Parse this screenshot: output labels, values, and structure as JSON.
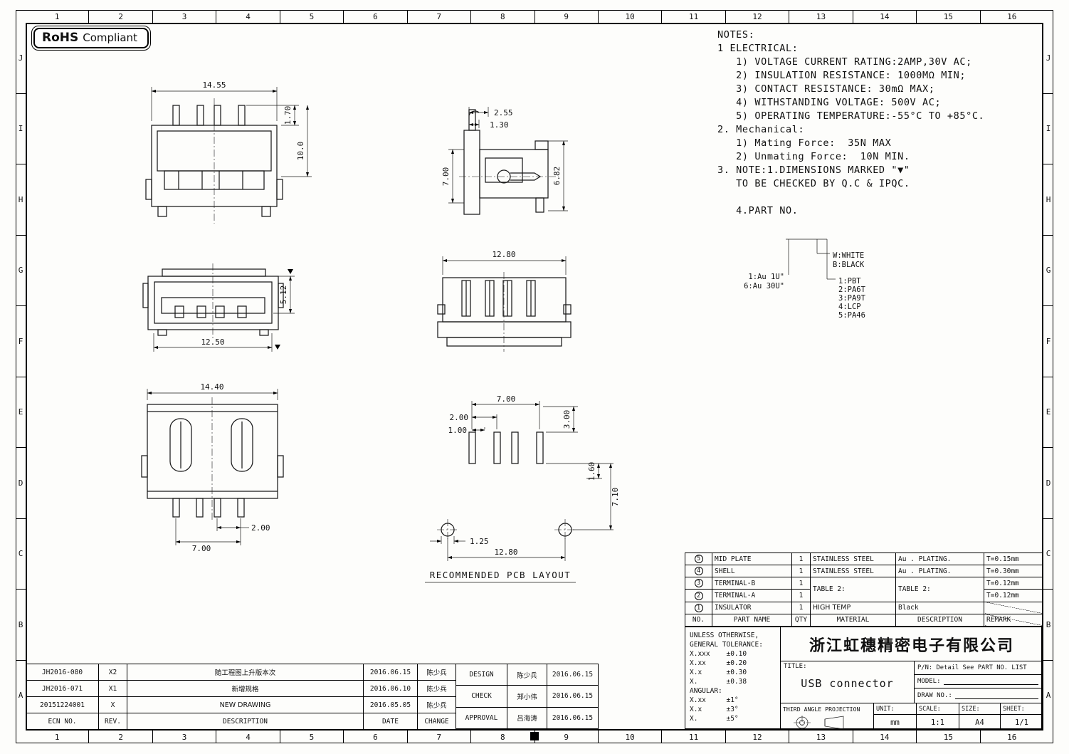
{
  "rohs": {
    "brand": "RoHS",
    "label": "Compliant"
  },
  "notes": {
    "lines": [
      "NOTES:",
      "1 ELECTRICAL:",
      "   1) VOLTAGE CURRENT RATING:2AMP,30V AC;",
      "   2) INSULATION RESISTANCE: 1000MΩ MIN;",
      "   3) CONTACT RESISTANCE: 30mΩ MAX;",
      "   4) WITHSTANDING VOLTAGE: 500V AC;",
      "   5) OPERATING TEMPERATURE:-55°C TO +85°C.",
      "2. Mechanical:",
      "   1) Mating Force:  35N MAX",
      "   2) Unmating Force:  10N MIN.",
      "3. NOTE:1.DIMENSIONS MARKED \"▼\"",
      "   TO BE CHECKED BY Q.C & IPQC.",
      "",
      "   4.PART NO."
    ]
  },
  "legend": {
    "plating": [
      "1:Au 1U\"",
      "6:Au 30U\""
    ],
    "color": [
      "W:WHITE",
      "B:BLACK"
    ],
    "material": [
      "1:PBT",
      "2:PA6T",
      "3:PA9T",
      "4:LCP",
      "5:PA46"
    ]
  },
  "dims": {
    "front_width": "14.55",
    "front_pin_h": "1.70",
    "front_height": "10.0",
    "side_w1": "2.55",
    "side_w2": "1.30",
    "side_h1": "7.00",
    "side_h2": "6.82",
    "rear_width": "12.80",
    "face_height": "5.12",
    "face_width": "12.50",
    "top_width": "14.40",
    "top_pin_pitch": "2.00",
    "top_pin_span": "7.00",
    "pcb_span": "7.00",
    "pcb_pitch2": "2.00",
    "pcb_pitch1": "1.00",
    "pcb_slot_len": "3.00",
    "pcb_off1": "1.60",
    "pcb_off2": "7.10",
    "pcb_hole": "1.25",
    "pcb_hole_span": "12.80"
  },
  "pcb_caption": "RECOMMENDED PCB LAYOUT",
  "bom": {
    "headers": {
      "no": "NO.",
      "part": "PART NAME",
      "qty": "QTY",
      "material": "MATERIAL",
      "desc": "DESCRIPTION",
      "remark": "REMARK"
    },
    "rows": [
      {
        "no": "5",
        "part": "MID PLATE",
        "qty": "1",
        "material": "STAINLESS STEEL",
        "desc": "Au . PLATING.",
        "remark": "T=0.15mm"
      },
      {
        "no": "4",
        "part": "SHELL",
        "qty": "1",
        "material": "STAINLESS STEEL",
        "desc": "Au . PLATING.",
        "remark": "T=0.30mm"
      },
      {
        "no": "3",
        "part": "TERMINAL-B",
        "qty": "1",
        "material": "TABLE 2:",
        "desc": "TABLE 2:",
        "remark": "T=0.12mm"
      },
      {
        "no": "2",
        "part": "TERMINAL-A",
        "qty": "1",
        "remark": "T=0.12mm"
      },
      {
        "no": "1",
        "part": "INSULATOR",
        "qty": "1",
        "material": "HIGH TEMP",
        "desc": "Black",
        "remark": ""
      }
    ]
  },
  "tolerance": {
    "lines": [
      "UNLESS OTHERWISE,",
      "GENERAL TOLERANCE:",
      "X.xxx    ±0.10",
      "X.xx     ±0.20",
      "X.x      ±0.30",
      "X.       ±0.38",
      "ANGULAR:",
      "X.xx     ±1°",
      "X.x      ±3°",
      "X.       ±5°"
    ]
  },
  "title_block": {
    "company": "浙江虹穗精密电子有限公司",
    "title_label": "TITLE:",
    "title": "USB connector",
    "pn": "P/N: Detail See PART NO. LIST",
    "model_label": "MODEL:",
    "draw_no_label": "DRAW NO.:",
    "projection": "THIRD ANGLE PROJECTION",
    "unit_label": "UNIT:",
    "unit": "mm",
    "scale_label": "SCALE:",
    "scale": "1:1",
    "size_label": "SIZE:",
    "size": "A4",
    "sheet_label": "SHEET:",
    "sheet": "1/1"
  },
  "revisions": {
    "headers": {
      "ecn": "ECN NO.",
      "rev": "REV.",
      "desc": "DESCRIPTION",
      "date": "DATE",
      "change": "CHANGE"
    },
    "rows": [
      {
        "ecn": "JH2016-080",
        "rev": "X2",
        "desc": "随工程图上升版本次",
        "date": "2016.06.15",
        "change": "陈少兵"
      },
      {
        "ecn": "JH2016-071",
        "rev": "X1",
        "desc": "新增规格",
        "date": "2016.06.10",
        "change": "陈少兵"
      },
      {
        "ecn": "20151224001",
        "rev": "X",
        "desc": "NEW DRAWING",
        "date": "2016.05.05",
        "change": "陈少兵"
      }
    ]
  },
  "approvals": {
    "rows": [
      {
        "role": "DESIGN",
        "name": "陈少兵",
        "date": "2016.06.15"
      },
      {
        "role": "CHECK",
        "name": "郑小伟",
        "date": "2016.06.15"
      },
      {
        "role": "APPROVAL",
        "name": "吕海涛",
        "date": "2016.06.15"
      }
    ]
  },
  "border": {
    "cols": [
      "1",
      "2",
      "3",
      "4",
      "5",
      "6",
      "7",
      "8",
      "9",
      "10",
      "11",
      "12",
      "13",
      "14",
      "15",
      "16"
    ],
    "rows": [
      "J",
      "I",
      "H",
      "G",
      "F",
      "E",
      "D",
      "C",
      "B",
      "A"
    ]
  }
}
